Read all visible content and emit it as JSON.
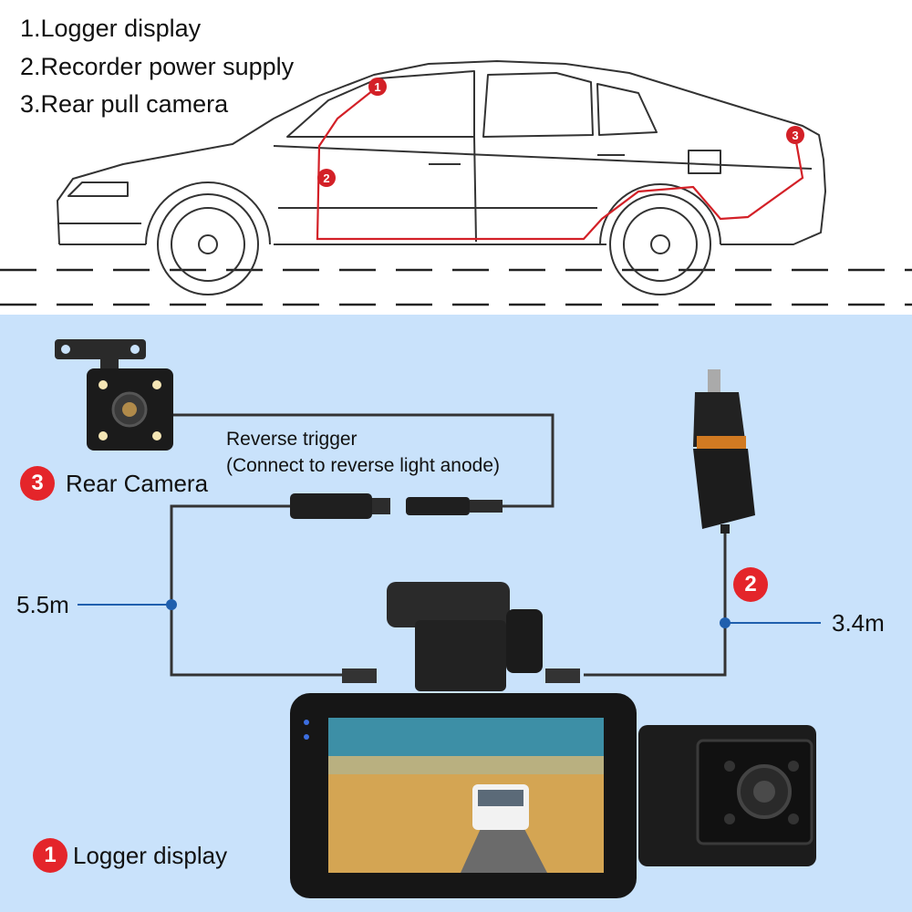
{
  "legend": {
    "item1": "1.Logger display",
    "item2": "2.Recorder power supply",
    "item3": "3.Rear pull camera"
  },
  "car_markers": [
    "1",
    "2",
    "3"
  ],
  "labels": {
    "reverse_trigger": "Reverse trigger",
    "reverse_trigger_note": "(Connect to reverse light anode)",
    "rear_camera": "Rear Camera",
    "rear_camera_number": "3",
    "logger_display": "Logger display",
    "logger_display_number": "1",
    "power_number": "2",
    "rear_cable_length": "5.5m",
    "power_cable_length": "3.4m"
  },
  "colors": {
    "marker_red": "#e4252a",
    "panel_blue": "#c9e2fb",
    "callout_blue": "#1f5fae"
  }
}
